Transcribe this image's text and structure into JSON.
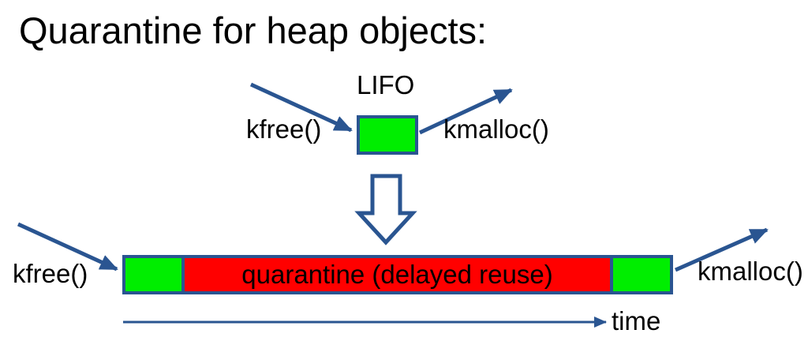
{
  "title": "Quarantine for heap objects:",
  "top_diagram": {
    "lifo_label": "LIFO",
    "kfree_label": "kfree()",
    "kmalloc_label": "kmalloc()"
  },
  "bottom_diagram": {
    "kfree_label": "kfree()",
    "quarantine_label": "quarantine (delayed reuse)",
    "kmalloc_label": "kmalloc()",
    "time_label": "time"
  },
  "colors": {
    "background": "#ffffff",
    "text": "#000000",
    "free_slot_green": "#00ee00",
    "quarantine_red": "#ff0000",
    "outline_blue": "#2a5591"
  }
}
